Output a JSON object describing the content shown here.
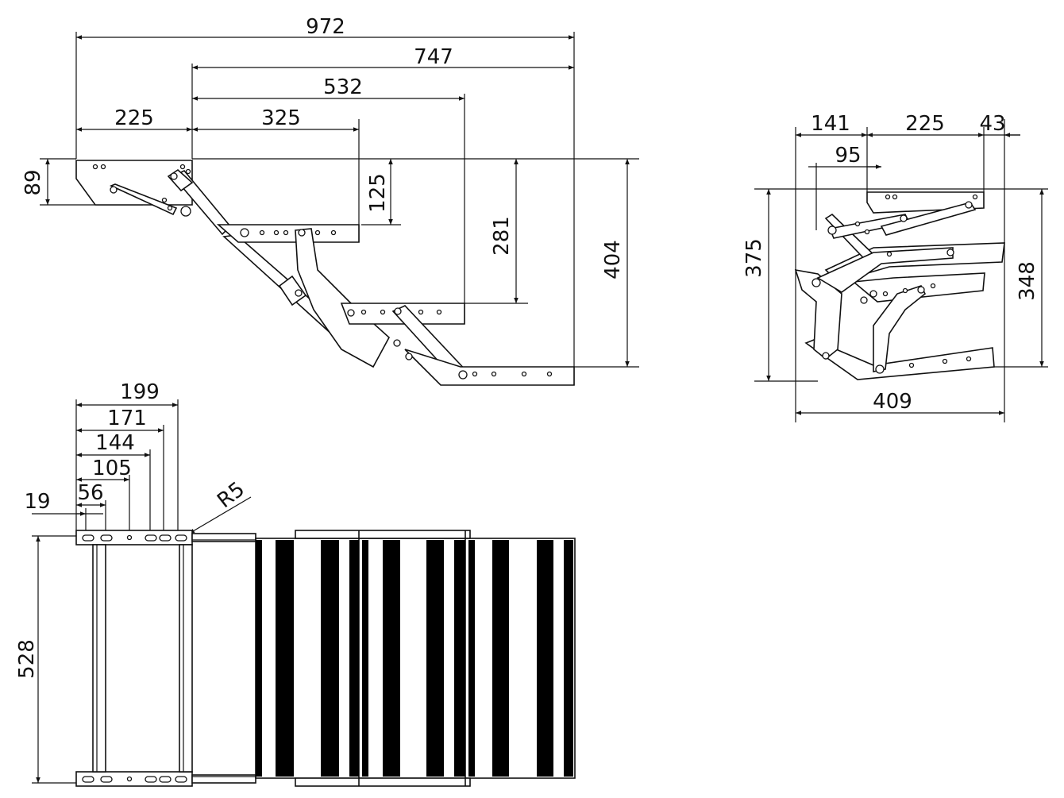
{
  "side_view": {
    "dims": {
      "overall_length": "972",
      "to_step3": "747",
      "to_step2": "532",
      "to_step1": "325",
      "mount_length": "225",
      "mount_height": "89",
      "step1_drop": "125",
      "step2_drop": "281",
      "step3_drop": "404"
    }
  },
  "folded_view": {
    "dims": {
      "left_offset": "141",
      "mount": "225",
      "right_offset": "43",
      "pivot": "95",
      "total_height": "375",
      "step_height": "348",
      "total_width": "409"
    }
  },
  "top_view": {
    "dims": {
      "hole_199": "199",
      "hole_171": "171",
      "hole_144": "144",
      "hole_105": "105",
      "hole_56": "56",
      "hole_19": "19",
      "radius": "R5",
      "width": "528"
    }
  }
}
